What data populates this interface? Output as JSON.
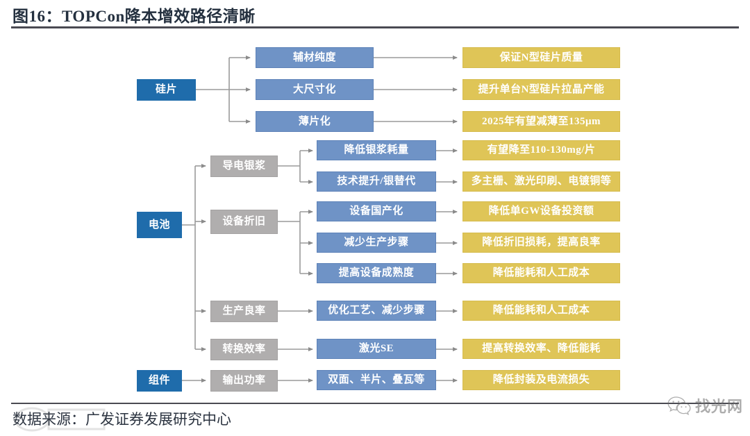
{
  "header": {
    "title": "图16：TOPCon降本增效路径清晰"
  },
  "footer": {
    "source": "数据来源：广发证券发展研究中心",
    "watermark_text": "找光网",
    "watermark_icon": "wechat-icon"
  },
  "diagram": {
    "type": "flowchart",
    "colors": {
      "root": "#1f6cab",
      "stage": "#b0aeae",
      "measure": "#6f93c6",
      "effect": "#dfc557",
      "connector": "#9a9a9a"
    },
    "roots": [
      {
        "id": "silicon",
        "label": "硅片"
      },
      {
        "id": "cell",
        "label": "电池"
      },
      {
        "id": "module",
        "label": "组件"
      }
    ],
    "stages": [
      {
        "id": "silver-paste",
        "label": "导电银浆"
      },
      {
        "id": "equip-depreciation",
        "label": "设备折旧"
      },
      {
        "id": "yield-rate",
        "label": "生产良率"
      },
      {
        "id": "conversion-efficiency",
        "label": "转换效率"
      },
      {
        "id": "output-power",
        "label": "输出功率"
      }
    ],
    "measures": [
      {
        "id": "m1",
        "label": "辅材纯度"
      },
      {
        "id": "m2",
        "label": "大尺寸化"
      },
      {
        "id": "m3",
        "label": "薄片化"
      },
      {
        "id": "m4",
        "label": "降低银浆耗量"
      },
      {
        "id": "m5",
        "label": "技术提升/银替代"
      },
      {
        "id": "m6",
        "label": "设备国产化"
      },
      {
        "id": "m7",
        "label": "减少生产步骤"
      },
      {
        "id": "m8",
        "label": "提高设备成熟度"
      },
      {
        "id": "m9",
        "label": "优化工艺、减少步骤"
      },
      {
        "id": "m10",
        "label": "激光SE"
      },
      {
        "id": "m11",
        "label": "双面、半片、叠瓦等"
      }
    ],
    "effects": [
      {
        "id": "e1",
        "label": "保证N型硅片质量"
      },
      {
        "id": "e2",
        "label": "提升单台N型硅片拉晶产能"
      },
      {
        "id": "e3",
        "label": "2025年有望减薄至135μm"
      },
      {
        "id": "e4",
        "label": "有望降至110-130mg/片"
      },
      {
        "id": "e5",
        "label": "多主栅、激光印刷、电镀铜等"
      },
      {
        "id": "e6",
        "label": "降低单GW设备投资额"
      },
      {
        "id": "e7",
        "label": "降低折旧损耗，提高良率"
      },
      {
        "id": "e8",
        "label": "降低能耗和人工成本"
      },
      {
        "id": "e9",
        "label": "降低能耗和人工成本"
      },
      {
        "id": "e10",
        "label": "提高转换效率、降低能耗"
      },
      {
        "id": "e11",
        "label": "降低封装及电流损失"
      }
    ]
  }
}
